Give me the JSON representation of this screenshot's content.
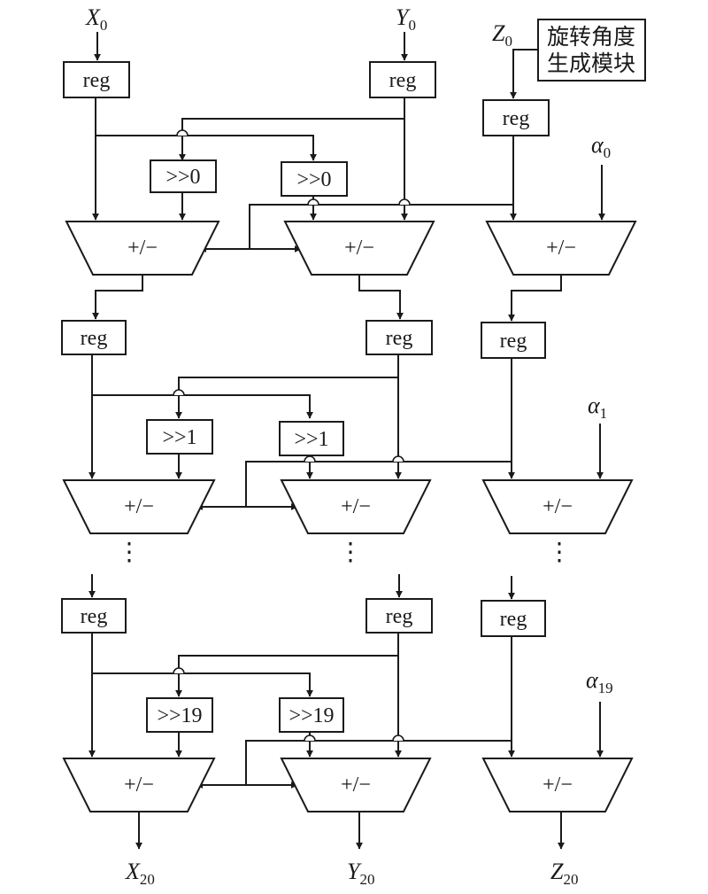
{
  "inputs": {
    "x": {
      "base": "X",
      "sub": "0"
    },
    "y": {
      "base": "Y",
      "sub": "0"
    },
    "z": {
      "base": "Z",
      "sub": "0"
    }
  },
  "angle_module": {
    "line1": "旋转角度",
    "line2": "生成模块"
  },
  "reg_label": "reg",
  "adder_label": "+/−",
  "stages": [
    {
      "shift": ">>0",
      "alpha": {
        "base": "α",
        "sub": "0"
      }
    },
    {
      "shift": ">>1",
      "alpha": {
        "base": "α",
        "sub": "1"
      }
    },
    {
      "shift": ">>19",
      "alpha": {
        "base": "α",
        "sub": "19"
      }
    }
  ],
  "ellipsis": "⋮",
  "outputs": {
    "x": {
      "base": "X",
      "sub": "20"
    },
    "y": {
      "base": "Y",
      "sub": "20"
    },
    "z": {
      "base": "Z",
      "sub": "20"
    }
  }
}
